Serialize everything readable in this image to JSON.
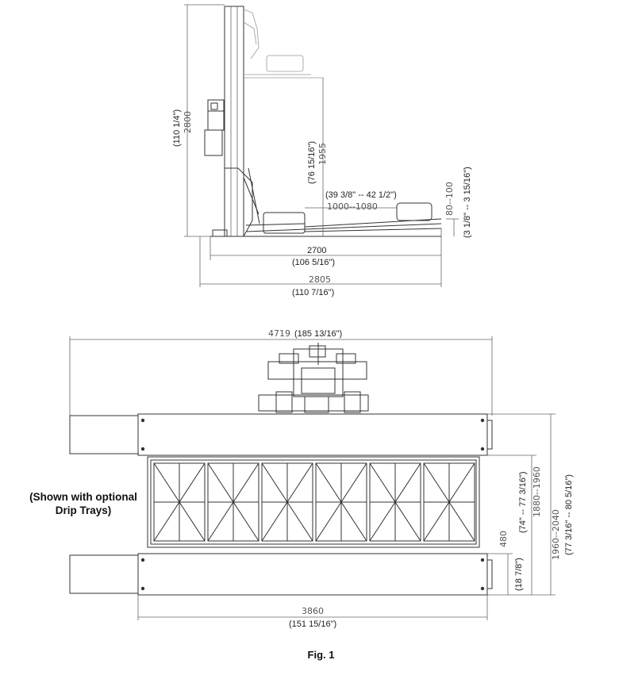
{
  "side_view": {
    "height_total": "2800",
    "height_total_in": "(110 1/4\")",
    "lift_height": "1955",
    "lift_height_in": "(76 15/16\")",
    "ramp_length": "1000--1080",
    "ramp_length_in": "(39 3/8\" -- 42 1/2\")",
    "ramp_height": "80--100",
    "ramp_height_in": "(3 1/8\" -- 3 15/16\")",
    "runway_length": "2700",
    "runway_length_in": "(106 5/16\")",
    "overall_length": "2805",
    "overall_length_in": "(110 7/16\")"
  },
  "top_view": {
    "overall_width": "4719",
    "overall_width_in": "(185 13/16\")",
    "runway_length": "3860",
    "runway_length_in": "(151 15/16\")",
    "runway_width": "480",
    "runway_width_in": "(18 7/8\")",
    "inner_span": "1880--1960",
    "inner_span_in": "(74\" -- 77 3/16\")",
    "outer_span": "1960--2040",
    "outer_span_in": "(77 3/16\" -- 80 5/16\")"
  },
  "note": "(Shown with optional Drip Trays)",
  "caption": "Fig. 1"
}
